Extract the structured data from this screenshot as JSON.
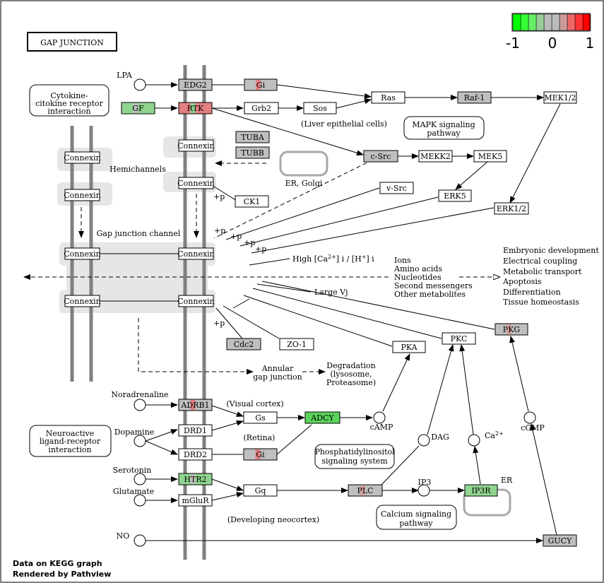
{
  "title": "GAP JUNCTION",
  "legend": {
    "min": "-1",
    "mid": "0",
    "max": "1",
    "colors": [
      "#00ff00",
      "#33ff33",
      "#66ee66",
      "#99cc99",
      "#bbbbbb",
      "#bbbbbb",
      "#cc9999",
      "#ee6666",
      "#ff3333",
      "#ff0000"
    ]
  },
  "footer": {
    "line1": "Data on KEGG graph",
    "line2": "Rendered by Pathview"
  },
  "colors": {
    "gray": "#bfbfbf",
    "white": "#ffffff",
    "green": "#5bd35b",
    "lightgreen": "#8fd48f",
    "red": "#e28080",
    "lightred": "#d9a0a0",
    "membrane": "#808080",
    "compartment": "#e6e6e6"
  },
  "genes": {
    "edg2": "EDG2",
    "gi1": "Gi",
    "gf": "GF",
    "rtk": "RTK",
    "grb2": "Grb2",
    "sos": "Sos",
    "ras": "Ras",
    "raf1": "Raf-1",
    "mek12": "MEK1/2",
    "tuba": "TUBA",
    "tubb": "TUBB",
    "csrc": "c-Src",
    "mekk2": "MEKK2",
    "mek5": "MEK5",
    "vsrc": "v-Src",
    "erk5": "ERK5",
    "erk12": "ERK1/2",
    "ck1": "CK1",
    "cdc2": "Cdc2",
    "zo1": "ZO-1",
    "pka": "PKA",
    "pkc": "PKC",
    "pkg": "PKG",
    "adrb1": "ADRB1",
    "gs": "Gs",
    "adcy": "ADCY",
    "drd1": "DRD1",
    "drd2": "DRD2",
    "gi2": "Gi",
    "htr2": "HTR2",
    "gq": "Gq",
    "plc": "PLC",
    "ip3r": "IP3R",
    "mglur": "mGluR",
    "gucy": "GUCY",
    "connexin": "Connexin"
  },
  "pathways": {
    "cytokine": [
      "Cytokine-",
      "citokine receptor",
      "interaction"
    ],
    "mapk": [
      "MAPK signaling",
      "pathway"
    ],
    "neuro": [
      "Neuroactive",
      "ligand-receptor",
      "interaction"
    ],
    "phospho": [
      "Phosphatidylinositol",
      "signaling system"
    ],
    "calcium": [
      "Calcium signaling",
      "pathway"
    ]
  },
  "compounds": {
    "lpa": "LPA",
    "noradrenaline": "Noradrenaline",
    "dopamine": "Dopamine",
    "serotonin": "Serotonin",
    "glutamate": "Glutamate",
    "no": "NO",
    "camp": "cAMP",
    "dag": "DAG",
    "ca": "Ca",
    "ip3": "IP3",
    "cgmp": "cGMP"
  },
  "labels": {
    "liver": "(Liver epithelial cells)",
    "er_golgi": "ER, Golgi",
    "hemichannels": "Hemichannels",
    "gjchannel": "Gap junction channel",
    "high_ca": "High [Ca",
    "high_ca2": "] i / [H",
    "high_ca3": "] i",
    "ions": [
      "Ions",
      "Amino acids",
      "Nucleotides",
      "Second messengers",
      "Other metabolites"
    ],
    "effects": [
      "Embryonic development",
      "Electrical coupling",
      "Metabolic transport",
      "Apoptosis",
      "Differentiation",
      "Tissue homeostasis"
    ],
    "large_vj": "Large Vj",
    "annular": [
      "Annular",
      "gap junction"
    ],
    "degradation": [
      "Degradation",
      "(lysosome,",
      "Proteasome)"
    ],
    "visual": "(Visual cortex)",
    "retina": "(Retina)",
    "neocortex": "(Developing neocortex)",
    "er": "ER",
    "p": "+p",
    "sup_2plus": "2+",
    "sup_plus": "+"
  }
}
